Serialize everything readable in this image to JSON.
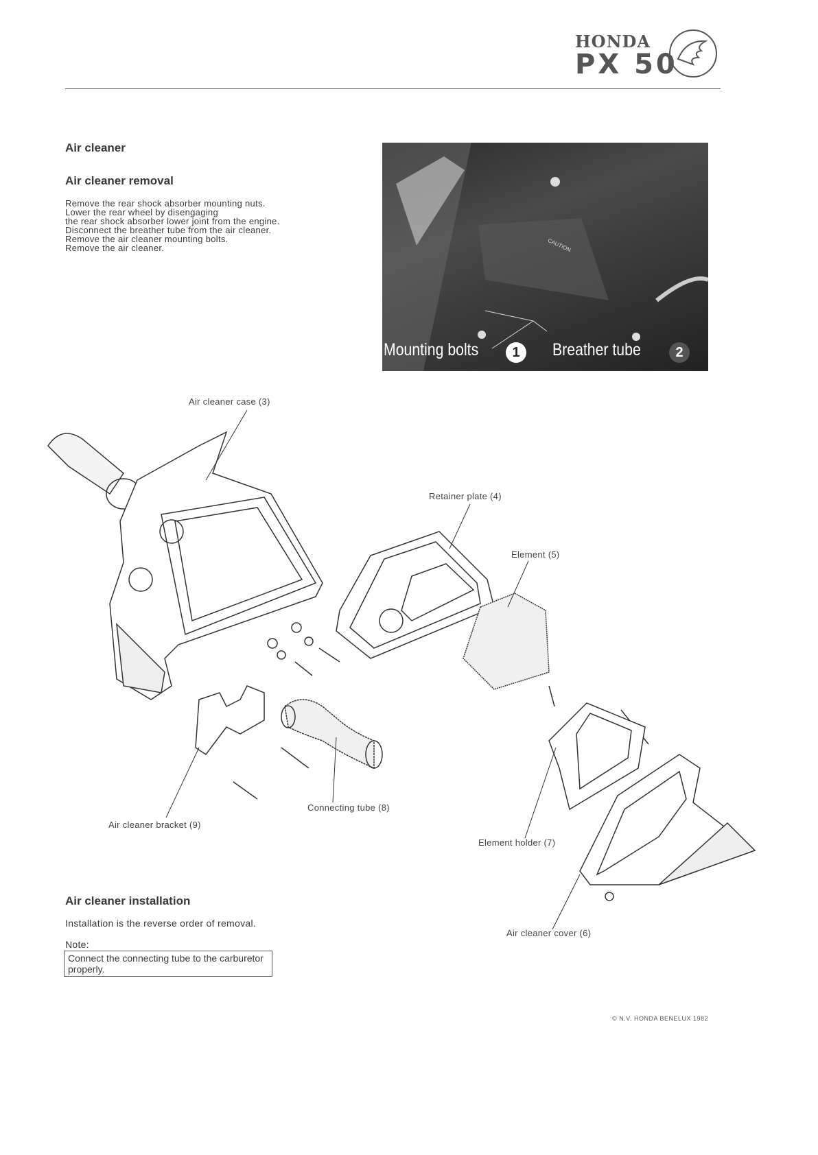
{
  "header": {
    "brand": "HONDA",
    "model": "PX 50"
  },
  "section": {
    "title": "Air cleaner",
    "removal_title": "Air cleaner removal",
    "removal_steps": [
      "Remove the rear shock absorber mounting nuts.",
      "Lower the rear wheel by disengaging",
      "the rear shock absorber lower joint from the engine.",
      "Disconnect the breather tube from the air cleaner.",
      "Remove the air cleaner mounting bolts.",
      "Remove the air cleaner."
    ]
  },
  "photo": {
    "caution_text": "CAUTION",
    "label1": "Mounting bolts",
    "num1": "1",
    "label2": "Breather tube",
    "num2": "2"
  },
  "diagram": {
    "labels": {
      "case": "Air cleaner case (3)",
      "retainer": "Retainer plate (4)",
      "element": "Element (5)",
      "cover": "Air cleaner cover (6)",
      "holder": "Element holder (7)",
      "tube": "Connecting tube (8)",
      "bracket": "Air cleaner bracket (9)"
    }
  },
  "installation": {
    "title": "Air cleaner installation",
    "text": "Installation is the reverse order of removal.",
    "note_label": "Note:",
    "note_text": "Connect the connecting tube to the carburetor properly."
  },
  "footer": {
    "copyright": "© N.V. HONDA BENELUX 1982"
  }
}
